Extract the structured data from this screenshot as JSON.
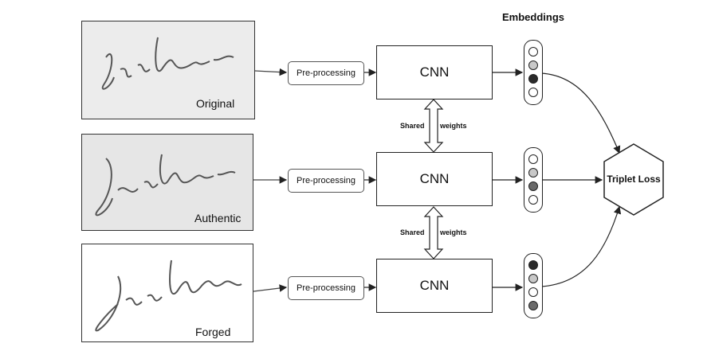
{
  "title": "Embeddings",
  "rows": [
    {
      "signature_label": "Original",
      "preprocess_label": "Pre-processing",
      "model_label": "CNN",
      "embedding_colors": [
        "#ffffff",
        "#c8c8c8",
        "#2a2a2a",
        "#ffffff"
      ]
    },
    {
      "signature_label": "Authentic",
      "preprocess_label": "Pre-processing",
      "model_label": "CNN",
      "embedding_colors": [
        "#ffffff",
        "#c8c8c8",
        "#6a6a6a",
        "#ffffff"
      ]
    },
    {
      "signature_label": "Forged",
      "preprocess_label": "Pre-processing",
      "model_label": "CNN",
      "embedding_colors": [
        "#2a2a2a",
        "#c8c8c8",
        "#ffffff",
        "#6a6a6a"
      ]
    }
  ],
  "shared_weights": [
    {
      "left": "Shared",
      "right": "weights"
    },
    {
      "left": "Shared",
      "right": "weights"
    }
  ],
  "loss_label": "Triplet Loss",
  "signature_handwriting": [
    "Josi M.R.C.",
    "Josi M.R.C.",
    "Josi M.R.R."
  ]
}
